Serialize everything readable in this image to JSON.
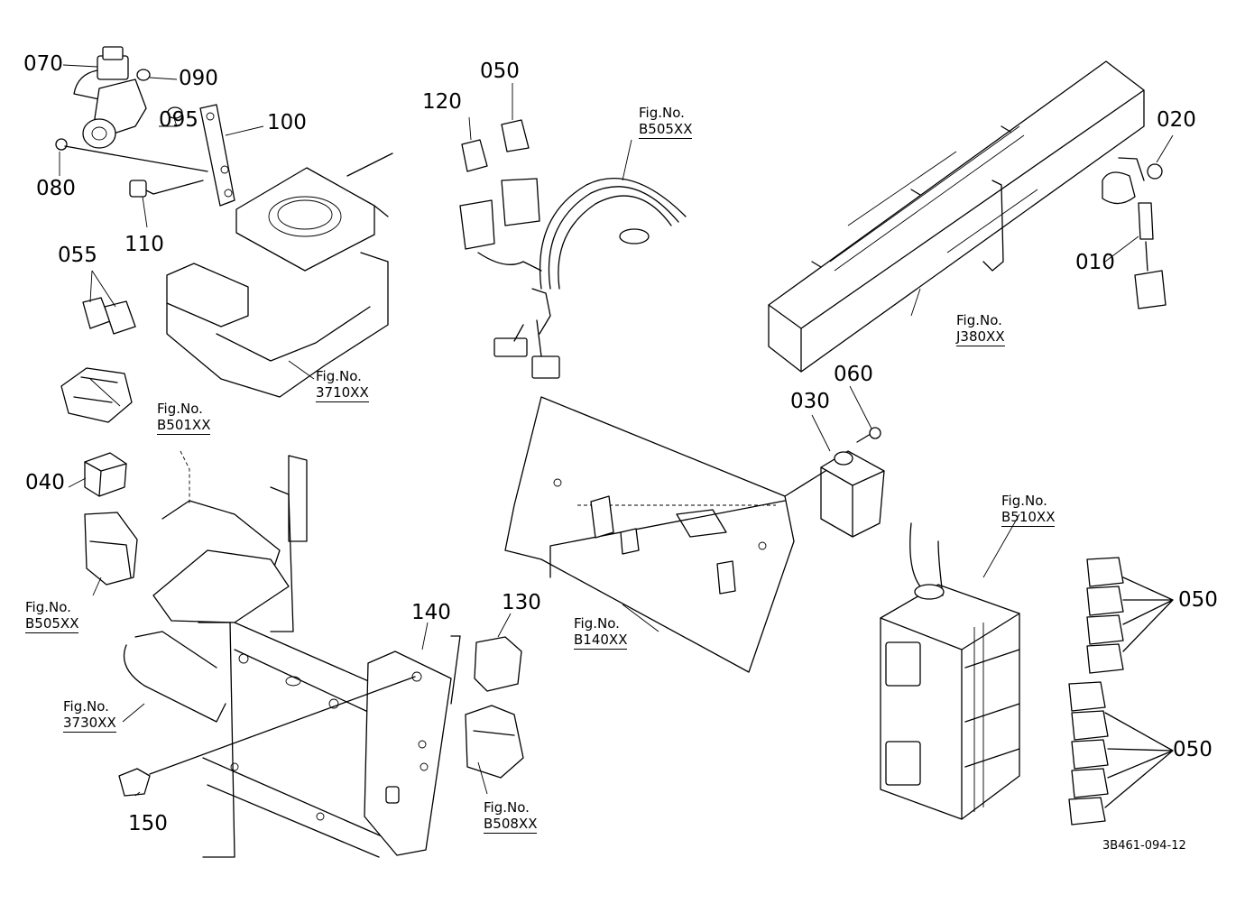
{
  "parts": {
    "p070": "070",
    "p090": "090",
    "p095": "095",
    "p100": "100",
    "p080": "080",
    "p110": "110",
    "p055": "055",
    "p040": "040",
    "p120": "120",
    "p050a": "050",
    "p020": "020",
    "p010": "010",
    "p060": "060",
    "p030": "030",
    "p140": "140",
    "p130": "130",
    "p150": "150",
    "p050b": "050",
    "p050c": "050"
  },
  "figs": {
    "f3710": {
      "label": "Fig.No.",
      "code": "3710XX"
    },
    "fB501": {
      "label": "Fig.No.",
      "code": "B501XX"
    },
    "fB505a": {
      "label": "Fig.No.",
      "code": "B505XX"
    },
    "fB505b": {
      "label": "Fig.No.",
      "code": "B505XX"
    },
    "fJ380": {
      "label": "Fig.No.",
      "code": "J380XX"
    },
    "fB510": {
      "label": "Fig.No.",
      "code": "B510XX"
    },
    "fB140": {
      "label": "Fig.No.",
      "code": "B140XX"
    },
    "f3730": {
      "label": "Fig.No.",
      "code": "3730XX"
    },
    "fB508": {
      "label": "Fig.No.",
      "code": "B508XX"
    }
  },
  "doc_id": "3B461-094-12"
}
